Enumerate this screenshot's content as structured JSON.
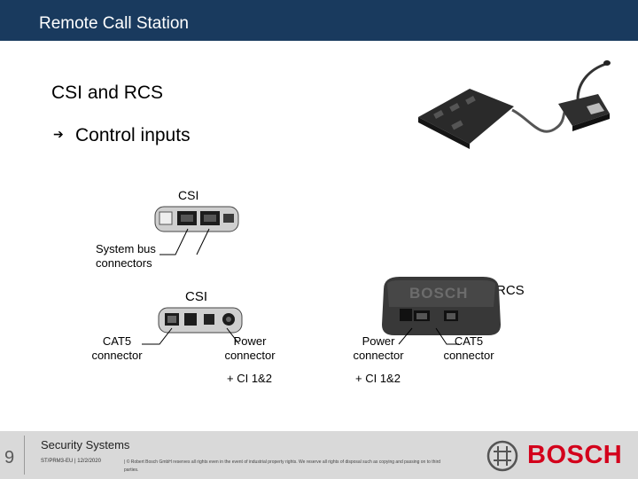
{
  "header": {
    "title": "Remote Call Station"
  },
  "slide": {
    "subtitle": "CSI and RCS",
    "bullet": "Control inputs",
    "bullet_arrow": "arrow-right-icon"
  },
  "labels": {
    "csi_top": "CSI",
    "system_bus": "System bus\nconnectors",
    "csi_mid": "CSI",
    "rcs": "RCS",
    "cat5_left": "CAT5\nconnector",
    "power_left": "Power\nconnector",
    "power_right": "Power\nconnector",
    "cat5_right": "CAT5\nconnector",
    "ci_left": "+ CI 1&2",
    "ci_right": "+ CI 1&2"
  },
  "footer": {
    "page_number": "9",
    "division": "Security Systems",
    "ref": "ST/PRM3-EU | 12/2/2020",
    "legal": "| © Robert Bosch GmbH reserves all rights even in the event of industrial property rights. We reserve all rights of disposal such as copying and passing on to third parties.",
    "brand": "BOSCH"
  },
  "colors": {
    "header_bg": "#193a5e",
    "footer_bg": "#d9d9d9",
    "brand_red": "#d3001b"
  }
}
